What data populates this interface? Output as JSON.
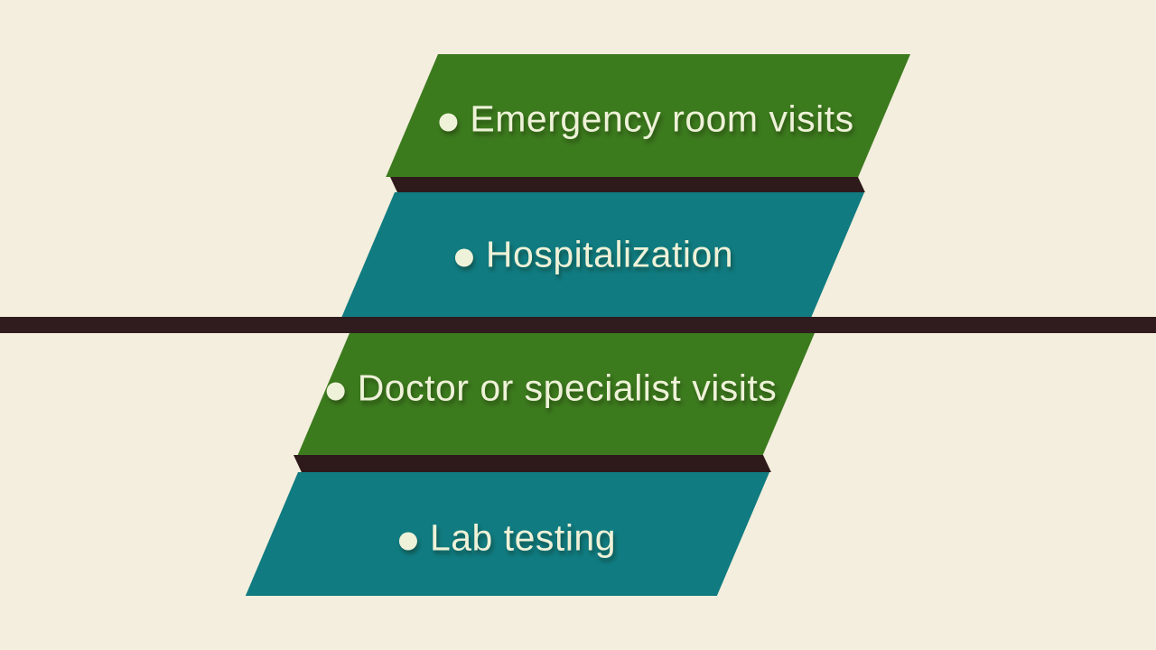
{
  "slide": {
    "background_color": "#f3eedd",
    "divider_color": "#301b1e",
    "bevel_color": "#2e191b",
    "text_color": "#eef2d8",
    "bullet_glyph": "•",
    "items": [
      {
        "label": "Emergency room visits",
        "color": "#3c7a1e"
      },
      {
        "label": "Hospitalization",
        "color": "#107b80"
      },
      {
        "label": "Doctor or specialist visits",
        "color": "#3c7a1e"
      },
      {
        "label": "Lab testing",
        "color": "#107b80"
      }
    ]
  }
}
